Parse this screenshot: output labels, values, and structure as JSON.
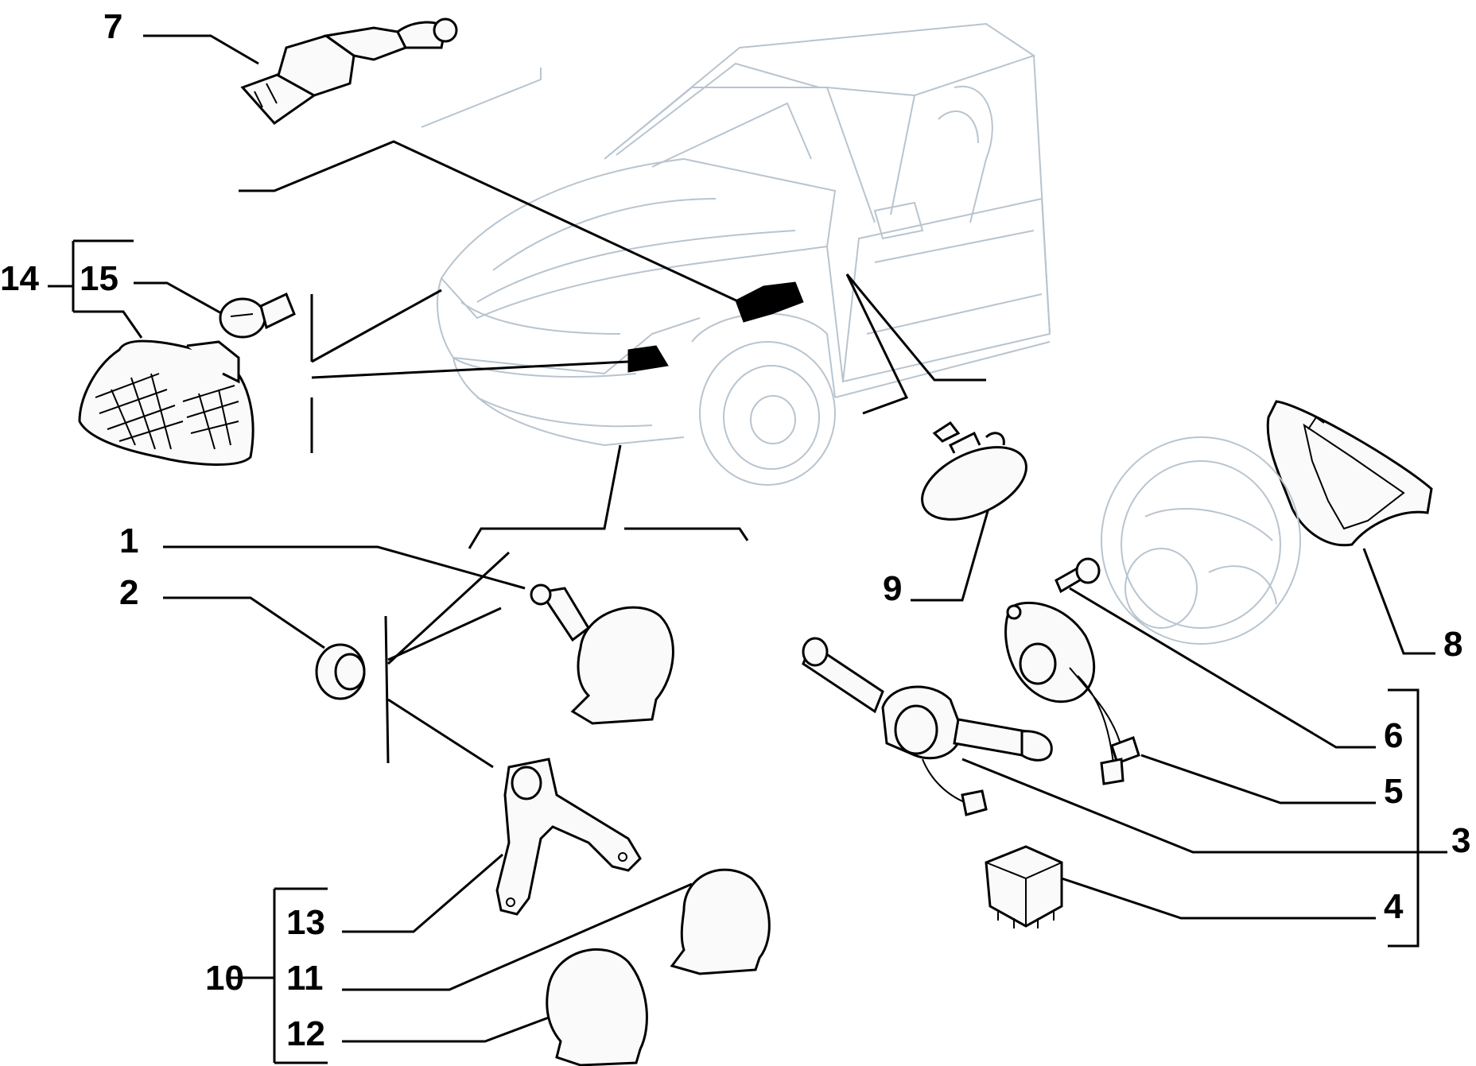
{
  "colors": {
    "line": "#000000",
    "car_outline": "#b8c4cf",
    "background": "#ffffff"
  },
  "callouts": {
    "c1": "1",
    "c2": "2",
    "c3": "3",
    "c4": "4",
    "c5": "5",
    "c6": "6",
    "c7": "7",
    "c8": "8",
    "c9": "9",
    "c10": "10",
    "c11": "11",
    "c12": "12",
    "c13": "13",
    "c14": "14",
    "c15": "15"
  },
  "parts": [
    "ignition-switch",
    "bulb",
    "front-turn-signal-lamp",
    "side-repeater-lamp",
    "horn",
    "horn-bracket",
    "horn-nut",
    "steering-column-switch",
    "clock-spring",
    "relay",
    "screw",
    "airbag-cover",
    "steering-wheel"
  ]
}
